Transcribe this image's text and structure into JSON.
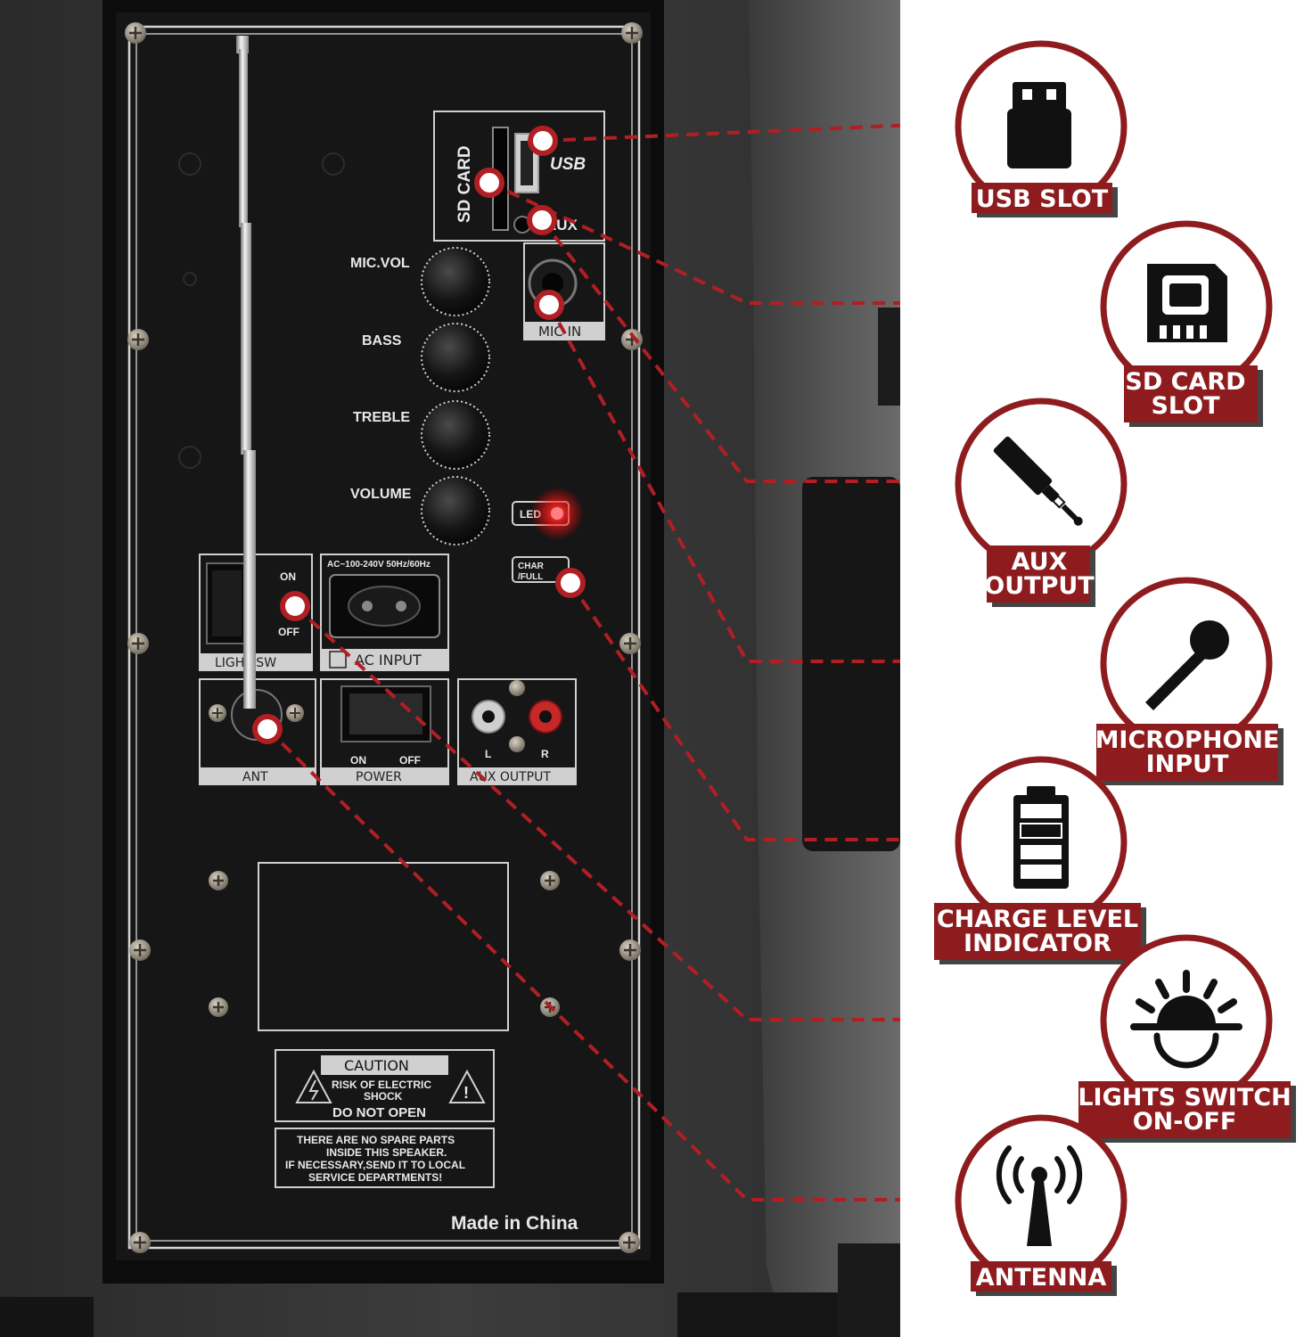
{
  "panel": {
    "sd_card": "SD CARD",
    "usb": "USB",
    "aux": "AUX",
    "mic_vol": "MIC.VOL",
    "bass": "BASS",
    "treble": "TREBLE",
    "volume": "VOLUME",
    "mic_in": "MIC IN",
    "led": "LED",
    "char_full_1": "CHAR",
    "char_full_2": "/FULL",
    "on": "ON",
    "off": "OFF",
    "light_sw": "LIGHT SW",
    "ac_rating": "AC~100-240V 50Hz/60Hz",
    "ac_input": "AC INPUT",
    "ant": "ANT",
    "power_on": "ON",
    "power_off": "OFF",
    "power": "POWER",
    "aux_l": "L",
    "aux_r": "R",
    "aux_output": "AUX OUTPUT",
    "caution": "CAUTION",
    "risk_1": "RISK OF ELECTRIC",
    "risk_2": "SHOCK",
    "do_not_open": "DO NOT OPEN",
    "spare_1": "THERE ARE NO SPARE PARTS",
    "spare_2": "INSIDE THIS SPEAKER.",
    "spare_3": "IF NECESSARY,SEND IT TO LOCAL",
    "spare_4": "SERVICE DEPARTMENTS!",
    "made_in": "Made in China"
  },
  "callouts": [
    {
      "icon": "usb-stick-icon",
      "lines": [
        "USB SLOT"
      ]
    },
    {
      "icon": "sd-card-icon",
      "lines": [
        "SD CARD",
        "SLOT"
      ]
    },
    {
      "icon": "audio-jack-icon",
      "lines": [
        "AUX",
        "OUTPUT"
      ]
    },
    {
      "icon": "microphone-icon",
      "lines": [
        "MICROPHONE",
        "INPUT"
      ]
    },
    {
      "icon": "battery-icon",
      "lines": [
        "CHARGE LEVEL",
        "INDICATOR"
      ]
    },
    {
      "icon": "sunrise-light-icon",
      "lines": [
        "LIGHTS SWITCH",
        "ON-OFF"
      ]
    },
    {
      "icon": "antenna-icon",
      "lines": [
        "ANTENNA"
      ]
    }
  ],
  "colors": {
    "accent_red": "#8e1c1f",
    "dash_red": "#b01f24",
    "panel_black": "#111111",
    "cabinet_grey": "#3a3a3a"
  }
}
